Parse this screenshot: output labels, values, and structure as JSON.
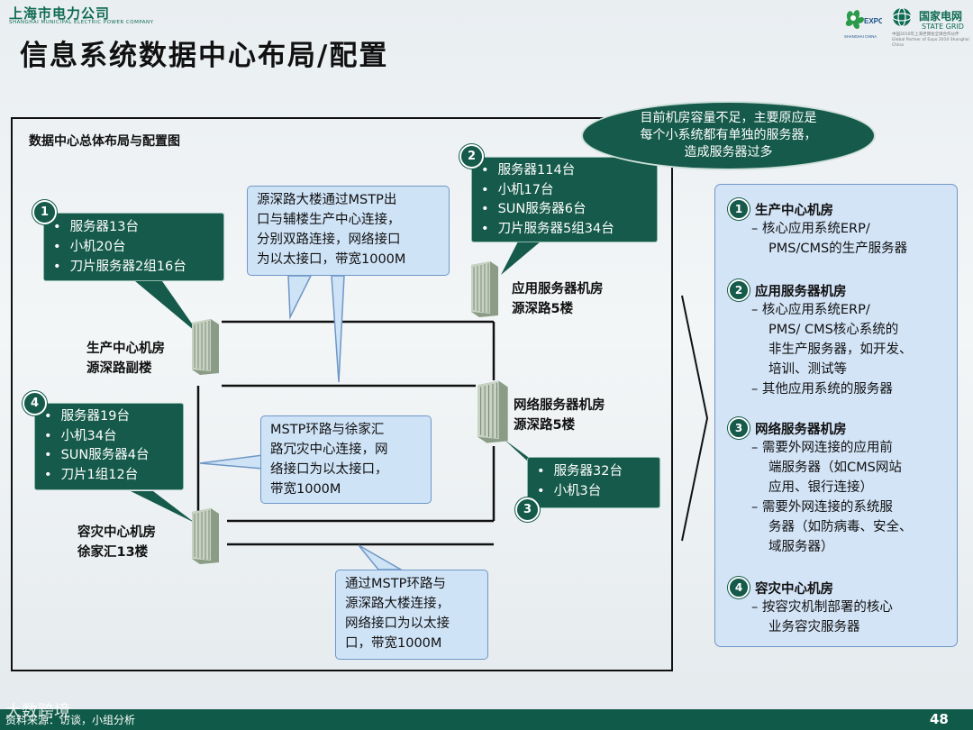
{
  "header": {
    "company_cn": "上海市电力公司",
    "company_en": "SHANGHAI MUNICIPAL ELECTRIC POWER COMPANY",
    "title": "信息系统数据中心布局/配置",
    "partner_cn": "国家电网",
    "partner_en": "STATE GRID",
    "partner_sub": "中国2010年上海世博会全球合作伙伴 Global Partner of Expo 2010 Shanghai China",
    "expo_label": "EXPO",
    "expo_sub": "SHANGHAI CHINA"
  },
  "diagram": {
    "frame_title": "数据中心总体布局与配置图",
    "callout": [
      "目前机房容量不足，主要原应是",
      "每个小系统都有单独的服务器，",
      "造成服务器过多"
    ],
    "sites": [
      {
        "badge": "1",
        "name_line1": "生产中心机房",
        "name_line2": "源深路副楼",
        "items": [
          "服务器13台",
          "小机20台",
          "刀片服务器2组16台"
        ]
      },
      {
        "badge": "2",
        "name_line1": "应用服务器机房",
        "name_line2": "源深路5楼",
        "items": [
          "服务器114台",
          "小机17台",
          "SUN服务器6台",
          "刀片服务器5组34台"
        ]
      },
      {
        "badge": "3",
        "name_line1": "网络服务器机房",
        "name_line2": "源深路5楼",
        "items": [
          "服务器32台",
          "小机3台"
        ]
      },
      {
        "badge": "4",
        "name_line1": "容灾中心机房",
        "name_line2": "徐家汇13楼",
        "items": [
          "服务器19台",
          "小机34台",
          "SUN服务器4台",
          "刀片1组12台"
        ]
      }
    ],
    "notes": [
      [
        "源深路大楼通过MSTP出",
        "口与辅楼生产中心连接，",
        "分别双路连接，网络接口",
        "为以太接口，带宽1000M"
      ],
      [
        "MSTP环路与徐家汇",
        "路冗灾中心连接，网",
        "络接口为以太接口，",
        "带宽1000M"
      ],
      [
        "通过MSTP环路与",
        "源深路大楼连接，",
        "网络接口为以太接",
        "口，带宽1000M"
      ]
    ]
  },
  "right_panel": {
    "sections": [
      {
        "badge": "1",
        "title": "生产中心机房",
        "lines": [
          "– 核心应用系统ERP/",
          "PMS/CMS的生产服务器"
        ]
      },
      {
        "badge": "2",
        "title": "应用服务器机房",
        "lines": [
          "– 核心应用系统ERP/",
          "PMS/ CMS核心系统的",
          "非生产服务器，如开发、",
          "培训、测试等",
          "– 其他应用系统的服务器"
        ]
      },
      {
        "badge": "3",
        "title": "网络服务器机房",
        "lines": [
          "– 需要外网连接的应用前",
          "端服务器（如CMS网站",
          "应用、银行连接）",
          "– 需要外网连接的系统服",
          "务器（如防病毒、安全、",
          "域服务器）"
        ]
      },
      {
        "badge": "4",
        "title": "容灾中心机房",
        "lines": [
          "– 按容灾机制部署的核心",
          "业务容灾服务器"
        ]
      }
    ]
  },
  "footer": {
    "source": "资料来源：访谈，小组分析",
    "page": "48",
    "watermark": "大数跨境"
  },
  "colors": {
    "dark_green": "#155a4a",
    "light_blue": "#cfe3f7",
    "border_blue": "#6f97c6",
    "footer_green": "#0f5a48"
  }
}
